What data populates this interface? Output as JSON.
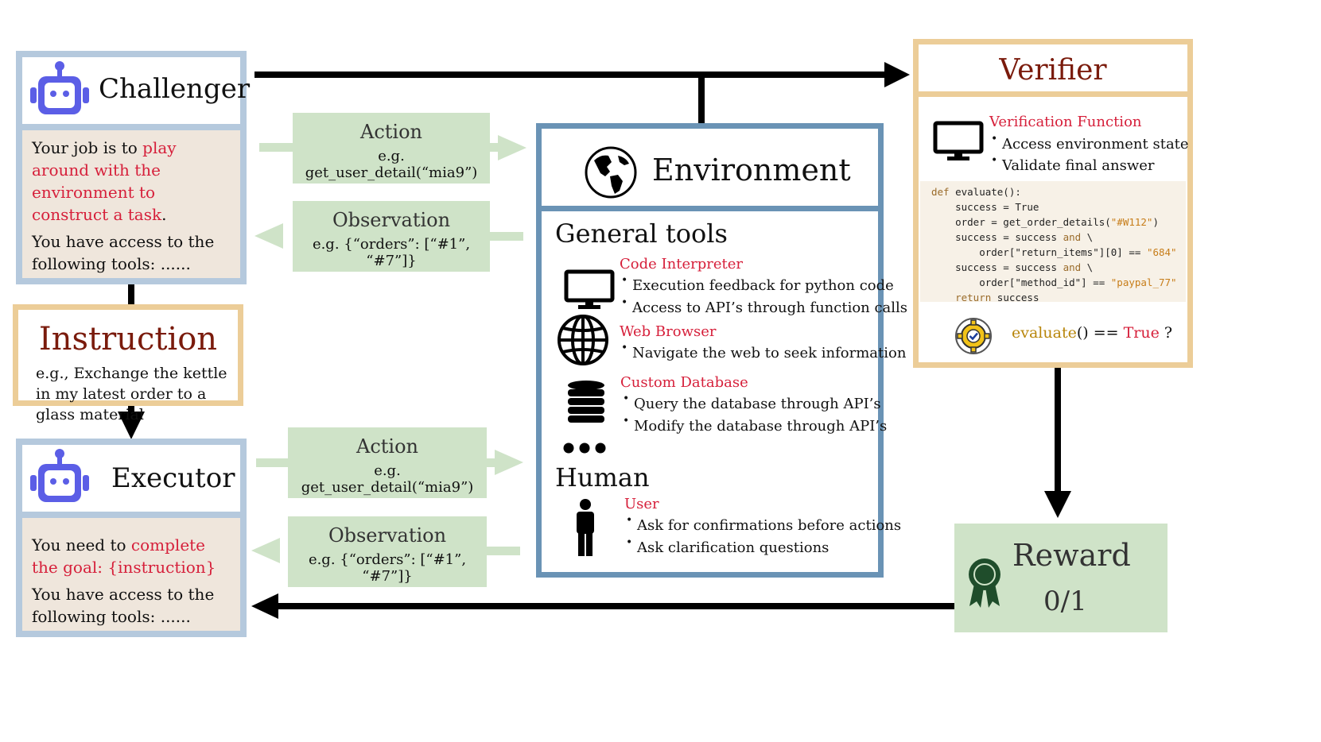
{
  "challenger": {
    "title": "Challenger",
    "line1_prefix": "Your job is to ",
    "line1_highlight": "play around with the environment to construct a task",
    "line1_suffix": ".",
    "line2": "You have access to the following tools: ......"
  },
  "instruction": {
    "title": "Instruction",
    "text": "e.g., Exchange the kettle in my latest order to a glass material"
  },
  "executor": {
    "title": "Executor",
    "line1_prefix": "You need to ",
    "line1_highlight": "complete the goal: {instruction}",
    "line2": "You have access to the following tools: ......"
  },
  "messages": {
    "action_label": "Action",
    "action_example": "e.g. get_user_detail(“mia9”)",
    "observation_label": "Observation",
    "observation_example": "e.g. {“orders”: [“#1”, “#7”]}"
  },
  "environment": {
    "title": "Environment",
    "general_tools_title": "General tools",
    "code_interpreter": {
      "name": "Code Interpreter",
      "items": [
        "Execution feedback for python code",
        "Access to API’s through function calls"
      ]
    },
    "web_browser": {
      "name": "Web Browser",
      "items": [
        "Navigate the web to seek information"
      ]
    },
    "custom_database": {
      "name": "Custom Database",
      "items": [
        "Query the database through API’s",
        "Modify the database through API’s"
      ]
    },
    "human_title": "Human",
    "user": {
      "name": "User",
      "items": [
        "Ask for confirmations before actions",
        "Ask clarification questions"
      ]
    }
  },
  "verifier": {
    "title": "Verifier",
    "function_name": "Verification Function",
    "items": [
      "Access environment state",
      "Validate final answer"
    ],
    "code_lines": [
      "def evaluate():",
      "    success = True",
      "    order = get_order_details(\"#W112\")",
      "    success = success and \\",
      "        order[\"return_items\"][0] == \"684\"",
      "    success = success and \\",
      "        order[\"method_id\"] == \"paypal_77\"",
      "    return success"
    ],
    "check_fn": "evaluate",
    "check_op": "() == ",
    "check_value": "True",
    "check_suffix": " ?"
  },
  "reward": {
    "title": "Reward",
    "value": "0/1"
  },
  "colors": {
    "agent_border": "#b5c9dd",
    "agent_fill": "#efe6dc",
    "env_border": "#6a93b5",
    "gold_border": "#eccd98",
    "green_fill": "#cfe3c8",
    "highlight_red": "#d61f3a",
    "title_maroon": "#7a1b0c",
    "robot_purple": "#5b5ee6"
  },
  "icons": [
    "robot-icon",
    "globe-icon",
    "monitor-icon",
    "web-globe-icon",
    "database-icon",
    "ellipsis-icon",
    "person-icon",
    "gear-check-icon",
    "award-ribbon-icon"
  ]
}
